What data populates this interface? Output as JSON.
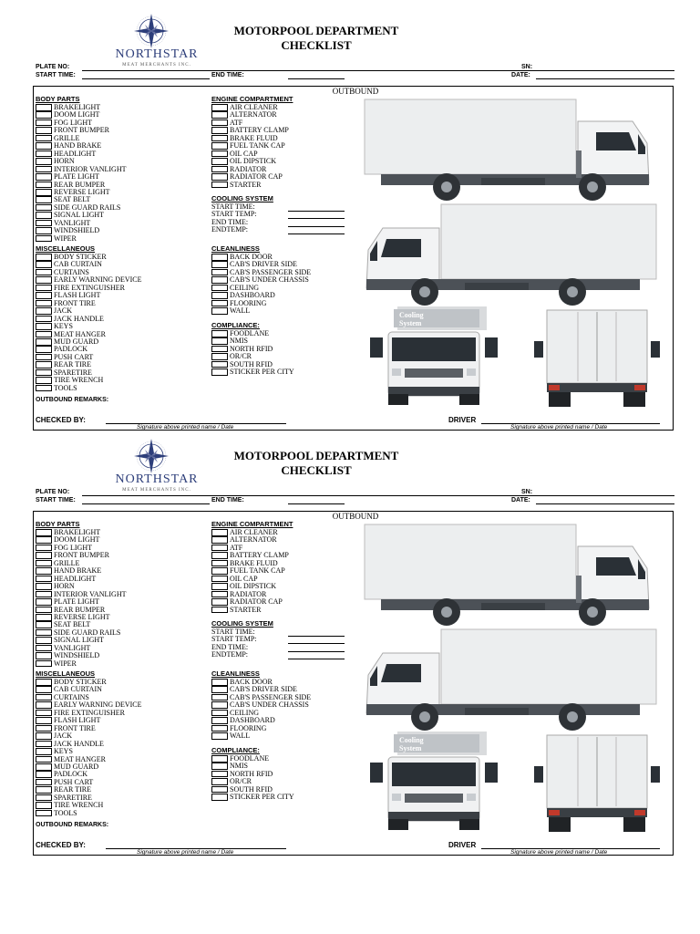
{
  "brand": {
    "name": "NORTHSTAR",
    "tagline": "MEAT MERCHANTS INC."
  },
  "title": {
    "line1": "MOTORPOOL DEPARTMENT",
    "line2": "CHECKLIST"
  },
  "header": {
    "plate_no": "PLATE NO:",
    "start_time": "START TIME:",
    "end_time": "END TIME:",
    "sn": "SN:",
    "date": "DATE:"
  },
  "outbound_label": "OUTBOUND",
  "body_parts": {
    "title": "BODY PARTS",
    "items": [
      "BRAKELIGHT",
      "DOOM LIGHT",
      "FOG LIGHT",
      "FRONT BUMPER",
      "GRILLE",
      "HAND BRAKE",
      "HEADLIGHT",
      "HORN",
      "INTERIOR VANLIGHT",
      "PLATE LIGHT",
      "REAR BUMPER",
      "REVERSE LIGHT",
      "SEAT BELT",
      "SIDE GUARD RAILS",
      "SIGNAL LIGHT",
      "VANLIGHT",
      "WINDSHIELD",
      "WIPER"
    ]
  },
  "miscellaneous": {
    "title": "MISCELLANEOUS",
    "items": [
      "BODY STICKER",
      "CAB CURTAIN",
      "CURTAINS",
      "EARLY WARNING DEVICE",
      "FIRE EXTINGUISHER",
      "FLASH LIGHT",
      "FRONT TIRE",
      "JACK",
      "JACK HANDLE",
      "KEYS",
      "MEAT HANGER",
      "MUD GUARD",
      "PADLOCK",
      "PUSH CART",
      "REAR TIRE",
      "SPARETIRE",
      "TIRE WRENCH",
      "TOOLS"
    ]
  },
  "engine": {
    "title": "ENGINE COMPARTMENT",
    "items": [
      "AIR CLEANER",
      "ALTERNATOR",
      "ATF",
      "BATTERY CLAMP",
      "BRAKE FLUID",
      "FUEL TANK CAP",
      "OIL CAP",
      "OIL DIPSTICK",
      "RADIATOR",
      "RADIATOR CAP",
      "STARTER"
    ]
  },
  "cooling": {
    "title": "COOLING SYSTEM",
    "fields": [
      "START TIME:",
      "START TEMP:",
      "END TIME:",
      "ENDTEMP:"
    ]
  },
  "cleanliness": {
    "title": "CLEANLINESS",
    "items": [
      "BACK DOOR",
      "CAB'S DRIVER SIDE",
      "CAB'S PASSENGER SIDE",
      "CAB'S UNDER CHASSIS",
      "CEILING",
      "DASHBOARD",
      "FLOORING",
      "WALL"
    ]
  },
  "compliance": {
    "title": "COMPLIANCE:",
    "items": [
      "FOODLANE",
      "NMIS",
      "NORTH RFID",
      "OR/CR",
      "SOUTH RFID",
      "STICKER PER CITY"
    ]
  },
  "diagram_label": {
    "line1": "Cooling",
    "line2": "System"
  },
  "remarks_label": "OUTBOUND REMARKS:",
  "checked_by_label": "CHECKED BY:",
  "driver_label": "DRIVER",
  "signature_caption": "Signature above printed name / Date"
}
